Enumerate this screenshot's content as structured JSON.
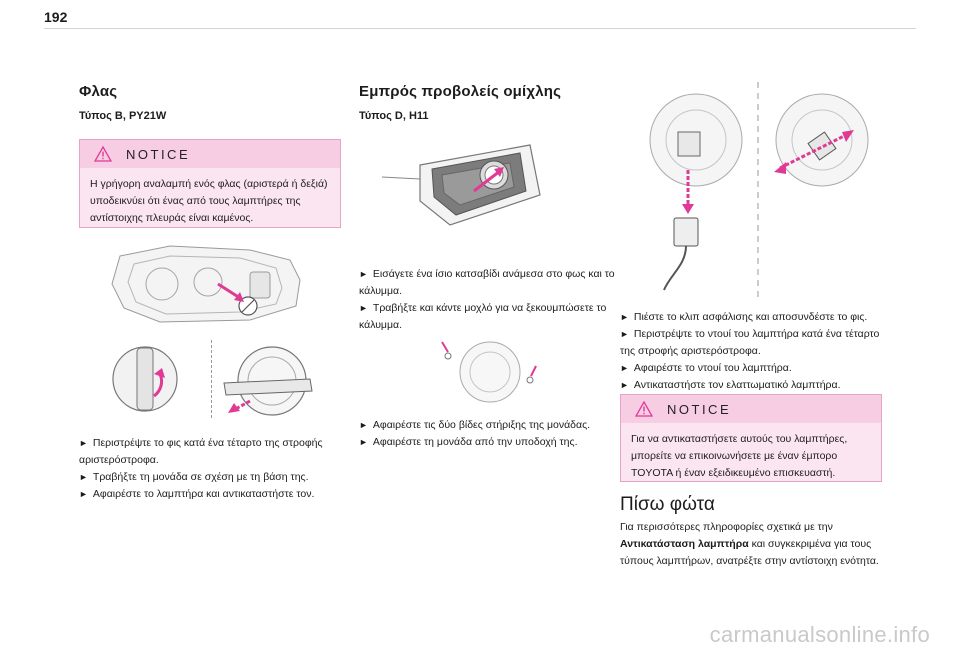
{
  "page": {
    "number": "192"
  },
  "col1": {
    "heading": "Φλας",
    "type_line": "Τύπος B, PY21W",
    "notice": {
      "title": "NOTICE",
      "text": "Η γρήγορη αναλαμπή ενός φλας (αριστερά ή δεξιά) υποδεικνύει ότι ένας από τους λαμπτήρες της αντίστοιχης πλευράς είναι καμένος."
    },
    "steps": [
      "Περιστρέψτε το φις κατά ένα τέταρτο της στροφής αριστερόστροφα.",
      "Τραβήξτε τη μονάδα σε σχέση με τη βάση της.",
      "Αφαιρέστε το λαμπτήρα και αντικαταστήστε τον."
    ]
  },
  "col2": {
    "heading": "Εμπρός προβολείς ομίχλης",
    "type_line": "Τύπος D, H11",
    "steps_a": [
      "Εισάγετε ένα ίσιο κατσαβίδι ανάμεσα στο φως και το κάλυμμα.",
      "Τραβήξτε και κάντε μοχλό για να ξεκουμπώσετε το κάλυμμα."
    ],
    "steps_b": [
      "Αφαιρέστε τις δύο βίδες στήριξης της μονάδας.",
      "Αφαιρέστε τη μονάδα από την υποδοχή της."
    ]
  },
  "col3": {
    "steps": [
      "Πιέστε το κλιπ ασφάλισης και αποσυνδέστε το φις.",
      "Περιστρέψτε το ντουί του λαμπτήρα κατά ένα τέταρτο της στροφής αριστερόστροφα.",
      "Αφαιρέστε το ντουί του λαμπτήρα.",
      "Αντικαταστήστε τον ελαττωματικό λαμπτήρα."
    ],
    "notice": {
      "title": "NOTICE",
      "text": "Για να αντικαταστήσετε αυτούς του λαμπτήρες, μπορείτε να επικοινωνήσετε με έναν έμπορο TOYOTA ή έναν εξειδικευμένο επισκευαστή."
    },
    "rear_heading": "Πίσω φώτα",
    "rear_text_pre": "Για περισσότερες πληροφορίες σχετικά με την",
    "rear_text_bold": "Αντικατάσταση λαμπτήρα",
    "rear_text_post": "και συγκεκριμένα για τους τύπους λαμπτήρων, ανατρέξτε στην αντίστοιχη ενότητα."
  },
  "bullet_glyph": "►",
  "watermark": "carmanualsonline.info",
  "colors": {
    "accent": "#e03a95",
    "notice_head": "#f7cde4",
    "notice_body": "#fbe5f1"
  }
}
